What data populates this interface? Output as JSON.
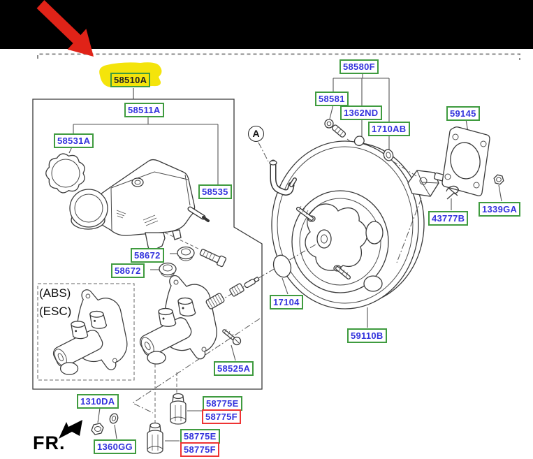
{
  "colors": {
    "top_bar": "#000000",
    "highlight_yellow": "#f4e40b",
    "arrow_red": "#e02318",
    "green_box_border": "#3f9b3f",
    "red_box_border": "#ee3333",
    "label_text_blue": "#3434dd"
  },
  "notes": {
    "abs": "(ABS)",
    "esc": "(ESC)"
  },
  "view_label": "A",
  "fr_indicator": "FR.",
  "parts": {
    "assy_58510A": "58510A",
    "reservoir_58511A": "58511A",
    "cap_58531A": "58531A",
    "cylinder_58535": "58535",
    "grommet_upper_58672": "58672",
    "grommet_lower_58672": "58672",
    "screw_58525A": "58525A",
    "nut_1310DA": "1310DA",
    "washer_1360GG": "1360GG",
    "sensor_upper_green_58775E": "58775E",
    "sensor_upper_red_58775F": "58775F",
    "sensor_lower_green_58775E": "58775E",
    "sensor_lower_red_58775F": "58775F",
    "oring_17104": "17104",
    "booster_59110B": "59110B",
    "fork_kit_58580F": "58580F",
    "bolt_58581": "58581",
    "pin_1362ND": "1362ND",
    "nut_1710AB": "1710AB",
    "gasket_59145": "59145",
    "clip_43777B": "43777B",
    "nut_1339GA": "1339GA"
  }
}
